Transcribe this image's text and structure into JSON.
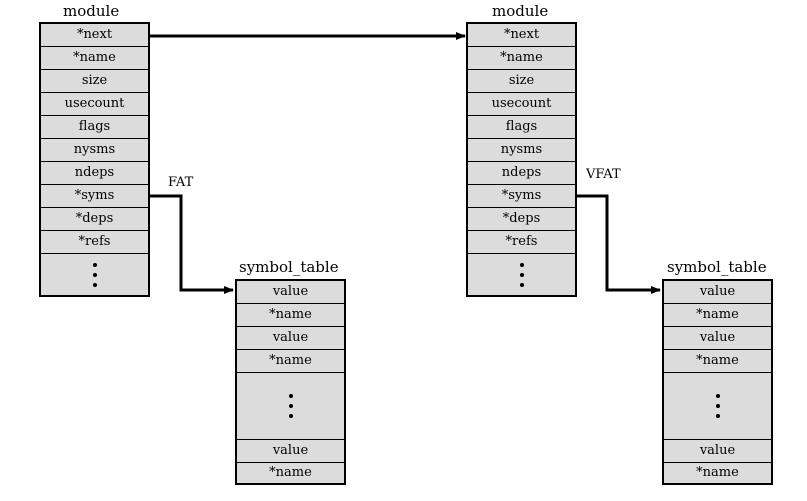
{
  "module_left": {
    "title": "module",
    "fields": [
      "*next",
      "*name",
      "size",
      "usecount",
      "flags",
      "nysms",
      "ndeps",
      "*syms",
      "*deps",
      "*refs"
    ]
  },
  "module_right": {
    "title": "module",
    "fields": [
      "*next",
      "*name",
      "size",
      "usecount",
      "flags",
      "nysms",
      "ndeps",
      "*syms",
      "*deps",
      "*refs"
    ]
  },
  "symtab_left": {
    "title": "symbol_table",
    "top_fields": [
      "value",
      "*name",
      "value",
      "*name"
    ],
    "bottom_fields": [
      "value",
      "*name"
    ]
  },
  "symtab_right": {
    "title": "symbol_table",
    "top_fields": [
      "value",
      "*name",
      "value",
      "*name"
    ],
    "bottom_fields": [
      "value",
      "*name"
    ]
  },
  "labels": {
    "fat": "FAT",
    "vfat": "VFAT"
  }
}
